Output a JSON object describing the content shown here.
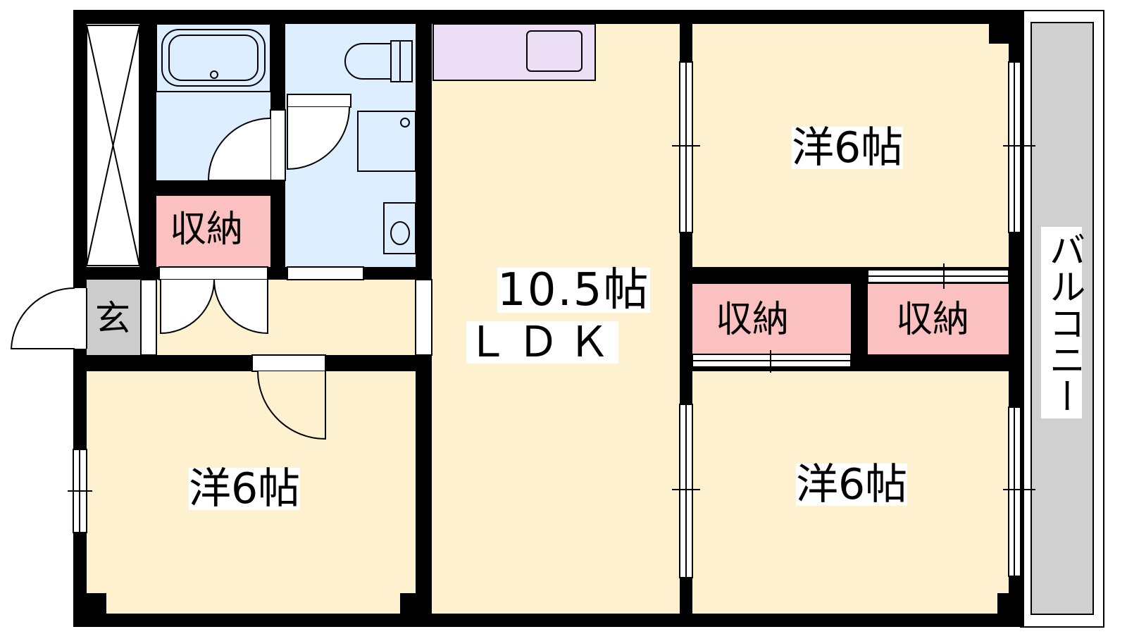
{
  "rooms": {
    "ldk_size": "10.5帖",
    "ldk_name": "ＬＤＫ",
    "bedroom_top_right": "洋6帖",
    "bedroom_bottom_right": "洋6帖",
    "bedroom_bottom_left": "洋6帖",
    "storage_left": "収納",
    "storage_middle": "収納",
    "storage_right": "収納",
    "entrance": "玄",
    "balcony": "バルコニー"
  },
  "colors": {
    "wall": "#000000",
    "room": "#fdf1d0",
    "wet_area": "#dceeff",
    "kitchen": "#ecdff5",
    "storage": "#fbc0c0",
    "entrance": "#cccccc",
    "balcony": "#d0d0d0"
  }
}
